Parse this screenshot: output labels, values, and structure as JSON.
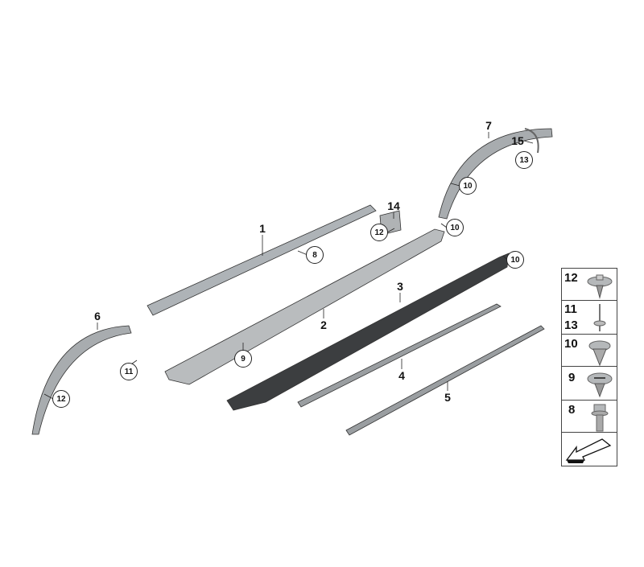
{
  "callouts": {
    "p1": "1",
    "p2": "2",
    "p3": "3",
    "p4": "4",
    "p5": "5",
    "p6": "6",
    "p7": "7",
    "p14": "14",
    "p15": "15",
    "c8": "8",
    "c9": "9",
    "c10a": "10",
    "c10b": "10",
    "c10c": "10",
    "c11": "11",
    "c12a": "12",
    "c12b": "12",
    "c13": "13"
  },
  "legend": [
    {
      "labels": [
        "12"
      ],
      "icon": "push-clip-large-icon"
    },
    {
      "labels": [
        "11",
        "13"
      ],
      "icon": "rivet-pin-icon"
    },
    {
      "labels": [
        "10"
      ],
      "icon": "expanding-clip-icon"
    },
    {
      "labels": [
        "9"
      ],
      "icon": "slotted-clip-icon"
    },
    {
      "labels": [
        "8"
      ],
      "icon": "flange-screw-icon"
    },
    {
      "labels": [],
      "icon": "direction-arrow-icon"
    }
  ]
}
